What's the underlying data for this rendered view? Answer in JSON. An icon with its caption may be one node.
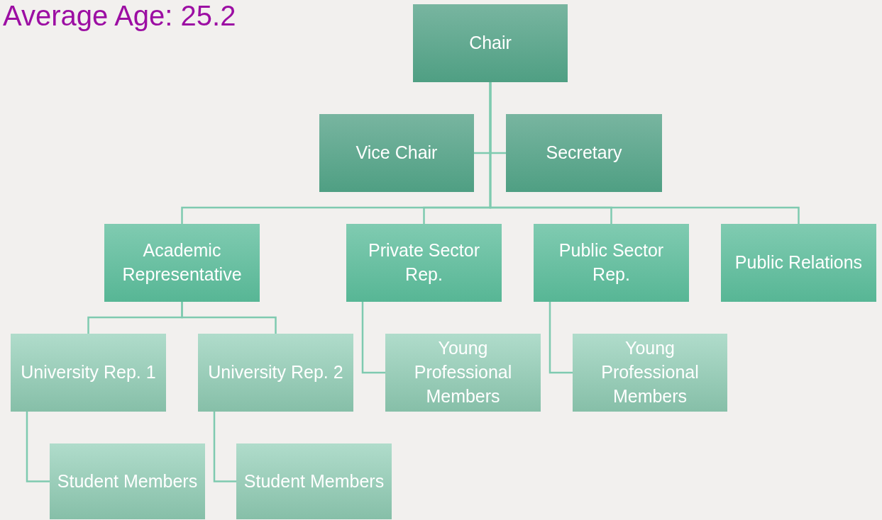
{
  "diagram": {
    "title": "Average Age: 25.2",
    "nodes": [
      {
        "text": [
          "Chair"
        ]
      },
      {
        "text": [
          "Vice Chair"
        ]
      },
      {
        "text": [
          "Secretary"
        ]
      },
      {
        "text": [
          "Academic Representative"
        ]
      },
      {
        "text": [
          "Private Sector Rep."
        ]
      },
      {
        "text": [
          "Public Sector Rep."
        ]
      },
      {
        "text": [
          "Public Relations"
        ]
      },
      {
        "text": [
          "University Rep. 1"
        ]
      },
      {
        "text": [
          "University Rep. 2"
        ]
      },
      {
        "text": [
          "Young Professional Members"
        ]
      },
      {
        "text": [
          "Young Professional Members"
        ]
      },
      {
        "text": [
          "Student Members"
        ]
      },
      {
        "text": [
          "Student Members"
        ]
      }
    ],
    "edges": [
      {
        "from": 0,
        "to": 1,
        "arrow": "none"
      },
      {
        "from": 0,
        "to": 2,
        "arrow": "none"
      },
      {
        "from": 0,
        "to": 3,
        "arrow": "none"
      },
      {
        "from": 0,
        "to": 4,
        "arrow": "none"
      },
      {
        "from": 0,
        "to": 5,
        "arrow": "none"
      },
      {
        "from": 0,
        "to": 6,
        "arrow": "none"
      },
      {
        "from": 3,
        "to": 7,
        "arrow": "none"
      },
      {
        "from": 3,
        "to": 8,
        "arrow": "none"
      },
      {
        "from": 4,
        "to": 9,
        "arrow": "none"
      },
      {
        "from": 5,
        "to": 10,
        "arrow": "none"
      },
      {
        "from": 7,
        "to": 11,
        "arrow": "none"
      },
      {
        "from": 8,
        "to": 12,
        "arrow": "none"
      }
    ]
  }
}
